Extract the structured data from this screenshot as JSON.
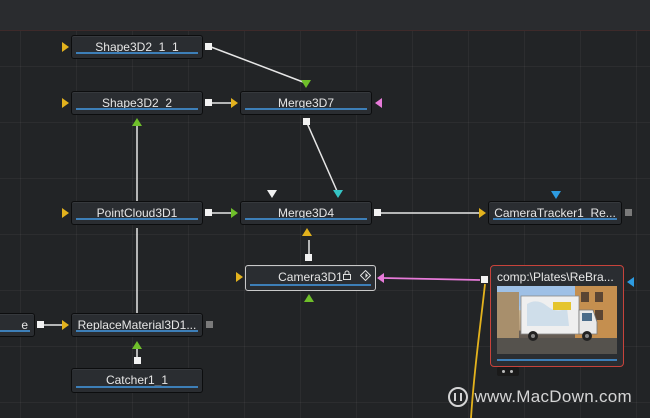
{
  "app": {
    "colors": {
      "background": "#222426",
      "node_fill": "#2a2d31",
      "node_bar": "#3d7fb8",
      "loader_border": "#c7433b",
      "input_yellow": "#e3b21d",
      "input_green": "#6fbf2a",
      "input_pink": "#e77ad9",
      "input_cyan": "#35c4c4",
      "input_blue": "#2d9be0",
      "link_pink": "#e77ad9",
      "link_yellow": "#e3b21d"
    }
  },
  "nodes": {
    "shape3d2_1_1": "Shape3D2_1_1",
    "shape3d2_2": "Shape3D2_2",
    "merge3d7": "Merge3D7",
    "pointcloud3d1": "PointCloud3D1",
    "merge3d4": "Merge3D4",
    "cameratracker1": "CameraTracker1_Re...",
    "camera3d1": "Camera3D1",
    "replacematerial3d1": "ReplaceMaterial3D1...",
    "catcher1_1": "Catcher1_1",
    "partial_left": "e",
    "loader": "comp:\\Plates\\ReBra..."
  },
  "icons": {
    "camera_lock": "lock-icon",
    "camera_keyframe": "keyframe-diamond-icon"
  },
  "watermark": {
    "text": "www.MacDown.com"
  }
}
